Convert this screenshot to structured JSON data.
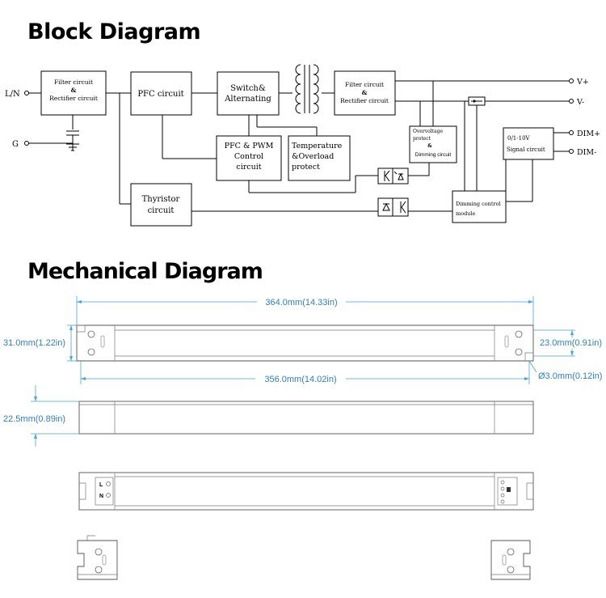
{
  "titles": {
    "block": "Block Diagram",
    "mechanical": "Mechanical Diagram"
  },
  "block_diagram": {
    "inputs": {
      "ln": "L/N",
      "g": "G"
    },
    "outputs": {
      "vplus": "V+",
      "vminus": "V-",
      "dimplus": "DIM+",
      "dimminus": "DIM-"
    },
    "boxes": {
      "input_filter": [
        "Filter circuit",
        "&",
        "Rectifier circuit"
      ],
      "pfc": [
        "PFC circuit"
      ],
      "switch": [
        "Switch&",
        "Alternating"
      ],
      "output_filter": [
        "Filter circuit",
        "&",
        "Rectifier circuit"
      ],
      "pfc_pwm": [
        "PFC & PWM",
        "Control",
        "circuit"
      ],
      "temperature": [
        "Temperature",
        "&Overload",
        "protect"
      ],
      "overvoltage": [
        "Overvoltage",
        "protect",
        "&",
        "Dimming circuit"
      ],
      "signal": [
        "0/1-10V",
        "Signal circuit"
      ],
      "thyristor": [
        "Thyristor",
        "circuit"
      ],
      "dimming_module": [
        "Dimming control",
        "module"
      ]
    }
  },
  "mechanical_diagram": {
    "dimensions": {
      "overall_length": "364.0mm(14.33in)",
      "height_left": "31.0mm(1.22in)",
      "height_right": "23.0mm(0.91in)",
      "hole_spacing": "356.0mm(14.02in)",
      "hole_diameter": "Ø3.0mm(0.12in)",
      "thickness": "22.5mm(0.89in)"
    },
    "terminal_labels": {
      "l": "L",
      "n": "N"
    }
  }
}
